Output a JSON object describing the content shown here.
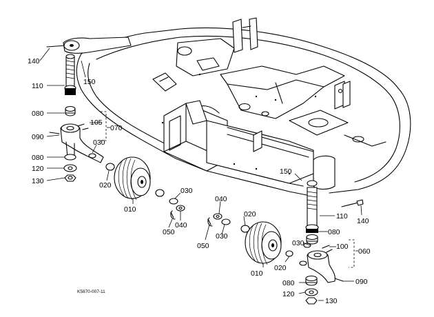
{
  "callouts": {
    "left_140": "140",
    "left_110": "110",
    "left_150": "150",
    "left_080_top": "080",
    "left_105": "105",
    "left_070": "070",
    "left_090": "090",
    "left_030_arm": "030",
    "left_080_bottom": "080",
    "left_120": "120",
    "left_130": "130",
    "left_020": "020",
    "left_010": "010",
    "left_030_axle": "030",
    "left_040": "040",
    "left_050": "050",
    "right_150": "150",
    "right_110": "110",
    "right_140": "140",
    "right_040": "040",
    "right_020_top": "020",
    "right_050": "050",
    "right_030_spacer": "030",
    "right_080_top": "080",
    "right_030_bush": "030",
    "right_100": "100",
    "right_060": "060",
    "right_010": "010",
    "right_020_bottom": "020",
    "right_090": "090",
    "right_080_bottom": "080",
    "right_120": "120",
    "right_130": "130"
  },
  "drawing_code": "K5870-007-11"
}
